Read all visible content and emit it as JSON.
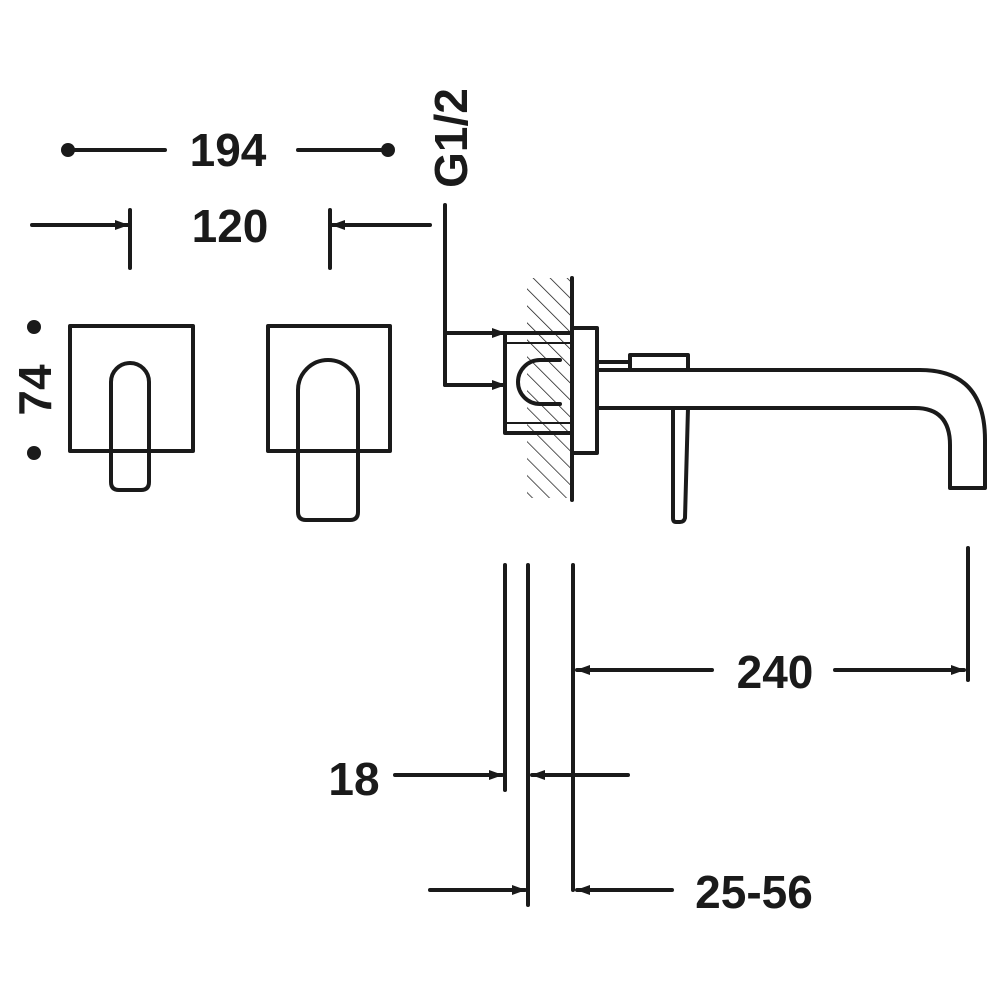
{
  "dimensions": {
    "overall_width": "194",
    "center_distance": "120",
    "plate_height": "74",
    "thread": "G1/2",
    "spout_projection": "240",
    "plate_thickness": "18",
    "wall_depth": "25-56"
  },
  "colors": {
    "line": "#1a1a1a",
    "background": "#ffffff"
  }
}
